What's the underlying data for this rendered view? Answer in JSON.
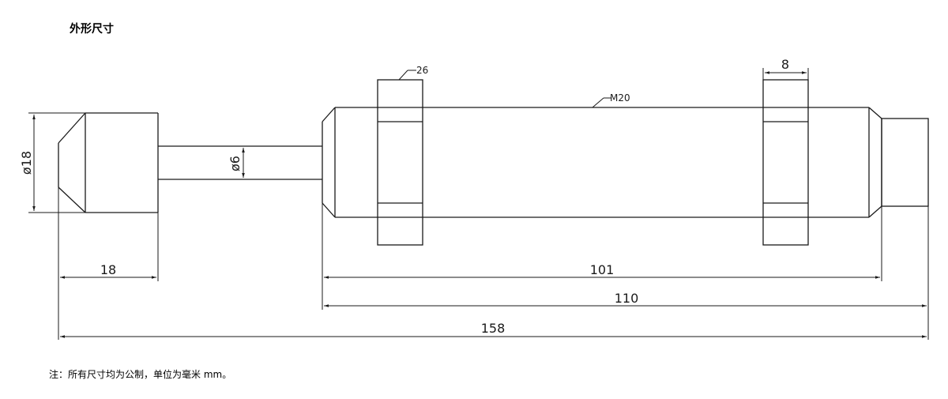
{
  "title": "外形尺寸",
  "dimensions": {
    "piston_head_diameter": "ø18",
    "piston_rod_diameter": "ø6",
    "nut_width": "26",
    "thread": "M20",
    "nut_thickness": "8",
    "head_length": "18",
    "body_length": "101",
    "body_total_length": "110",
    "overall_length": "158"
  },
  "note": "注：所有尺寸均为公制，单位为毫米 mm。"
}
